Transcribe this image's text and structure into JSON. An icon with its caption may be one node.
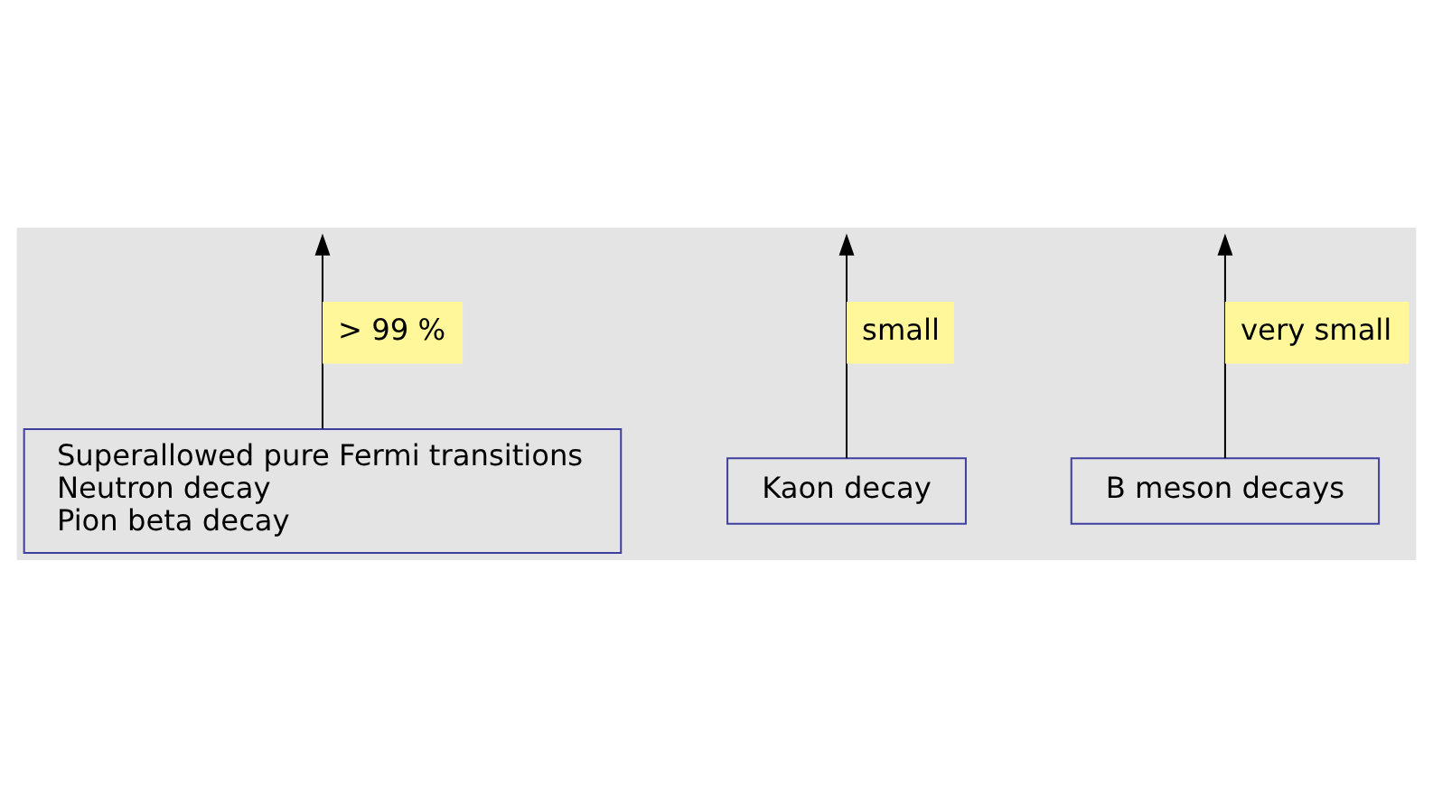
{
  "diagram": {
    "nodes": [
      {
        "text": [
          "Superallowed pure Fermi transitions",
          "Neutron decay",
          "Pion beta decay"
        ]
      },
      {
        "text": [
          "Kaon decay"
        ]
      },
      {
        "text": [
          "B meson decays"
        ]
      }
    ],
    "edges": [
      {
        "from": 0,
        "to": null,
        "arrow": "to",
        "label": "> 99 %"
      },
      {
        "from": 1,
        "to": null,
        "arrow": "to",
        "label": "small"
      },
      {
        "from": 2,
        "to": null,
        "arrow": "to",
        "label": "very small"
      }
    ]
  }
}
